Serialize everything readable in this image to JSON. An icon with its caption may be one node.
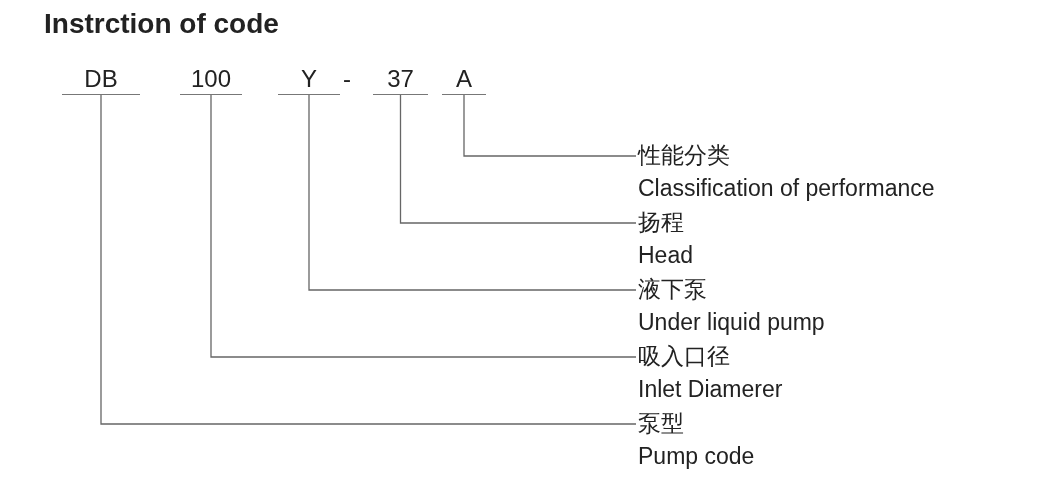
{
  "diagram": {
    "title": "Instrction of code",
    "nodes": [
      {
        "text": [
          "DB"
        ]
      },
      {
        "text": [
          "100"
        ]
      },
      {
        "text": [
          "Y"
        ]
      },
      {
        "text": [
          "37"
        ]
      },
      {
        "text": [
          "A"
        ]
      },
      {
        "text": [
          "性能分类",
          "Classification of performance"
        ]
      },
      {
        "text": [
          "扬程",
          "Head"
        ]
      },
      {
        "text": [
          "液下泵",
          "Under liquid pump"
        ]
      },
      {
        "text": [
          "吸入口径",
          "Inlet Diamerer"
        ]
      },
      {
        "text": [
          "泵型",
          "Pump code"
        ]
      }
    ],
    "edges": [
      {
        "from": 4,
        "to": 5,
        "arrow": "none"
      },
      {
        "from": 3,
        "to": 6,
        "arrow": "none"
      },
      {
        "from": 2,
        "to": 7,
        "arrow": "none"
      },
      {
        "from": 1,
        "to": 8,
        "arrow": "none"
      },
      {
        "from": 0,
        "to": 9,
        "arrow": "none"
      }
    ],
    "labels": [
      "-"
    ]
  }
}
